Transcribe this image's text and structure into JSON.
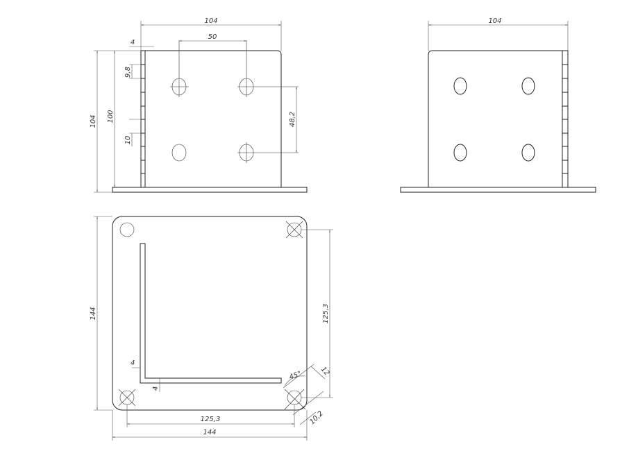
{
  "front_view": {
    "width": "104",
    "hole_spacing": "50",
    "flange_thickness": "4",
    "tab_height": "9,8",
    "total_height": "104",
    "plate_height": "100",
    "tab_gap": "10",
    "hole_vertical_spacing": "48,2"
  },
  "side_view": {
    "width": "104"
  },
  "plan_view": {
    "height": "144",
    "hole_spacing_vertical": "125,3",
    "wall_thickness_vertical": "4",
    "wall_thickness_horizontal": "4",
    "angle": "45°",
    "slot_length": "12",
    "slot_width": "10,2",
    "hole_spacing_horizontal": "125,3",
    "width": "144"
  }
}
